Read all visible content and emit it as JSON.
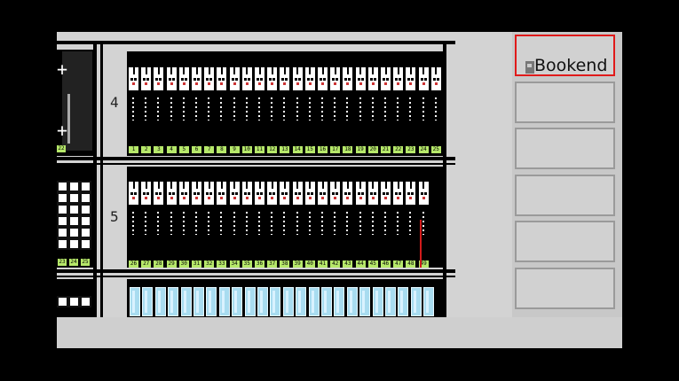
{
  "menu": {
    "items": [
      {
        "label": "Bookend",
        "selected": true
      },
      {
        "label": "",
        "selected": false
      },
      {
        "label": "",
        "selected": false
      },
      {
        "label": "",
        "selected": false
      },
      {
        "label": "",
        "selected": false
      },
      {
        "label": "",
        "selected": false
      }
    ]
  },
  "shelves": [
    {
      "label": "4",
      "first_num": 1,
      "count": 25
    },
    {
      "label": "5",
      "first_num": 26,
      "count": 24
    },
    {
      "label": "",
      "boxes": 24
    }
  ],
  "left_column": {
    "row4_num": "22",
    "row5_nums": [
      "23",
      "24",
      "25"
    ]
  },
  "colors": {
    "highlight": "#e01a1a",
    "number_tag": "#b6e86a",
    "box": "#a8dcf0"
  }
}
